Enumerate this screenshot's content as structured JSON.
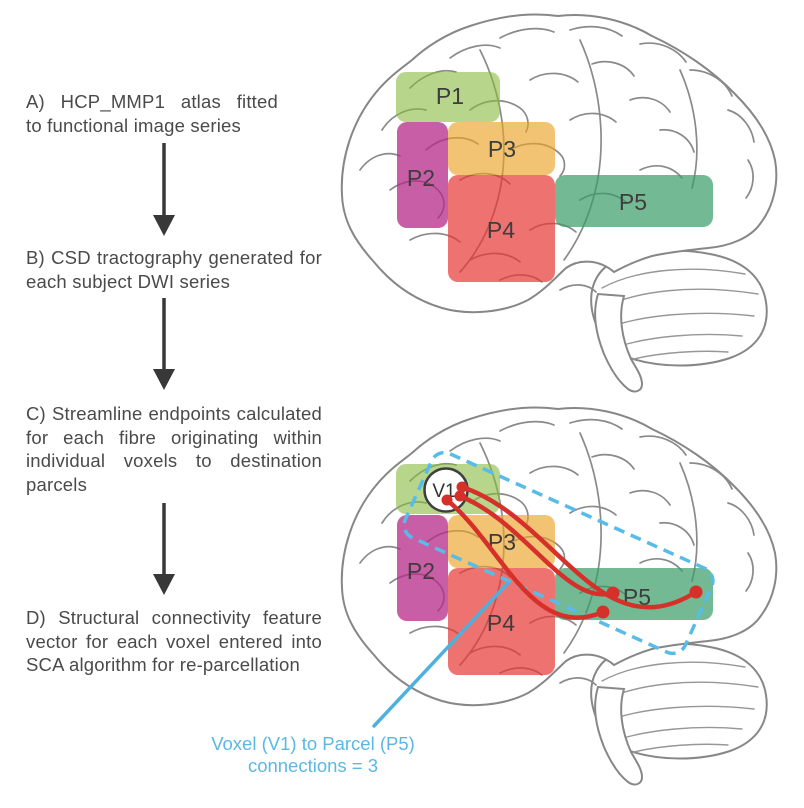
{
  "steps": [
    {
      "id": "A",
      "lines": [
        "A) HCP_MMP1 atlas fitted",
        "to functional image series"
      ]
    },
    {
      "id": "B",
      "lines": [
        "B) CSD tractography generated for",
        "each subject DWI series"
      ]
    },
    {
      "id": "C",
      "lines": [
        "C) Streamline endpoints calculated",
        "for each fibre originating within",
        "individual voxels to destination",
        "parcels"
      ]
    },
    {
      "id": "D",
      "lines": [
        "D) Structural connectivity feature",
        "vector for each voxel entered into",
        "SCA algorithm for re-parcellation"
      ]
    }
  ],
  "diagram": {
    "parcels_top": [
      {
        "label": "P1"
      },
      {
        "label": "P2"
      },
      {
        "label": "P3"
      },
      {
        "label": "P4"
      },
      {
        "label": "P5"
      }
    ],
    "parcels_bottom": [
      {
        "label": "P2"
      },
      {
        "label": "P3"
      },
      {
        "label": "P4"
      },
      {
        "label": "P5"
      }
    ],
    "voxel_label": "V1",
    "streamline_count": 3,
    "annotation": {
      "line1": "Voxel (V1) to Parcel (P5)",
      "line2": "connections = 3"
    }
  },
  "colors": {
    "p1_fill": "rgba(135,187,63,0.6)",
    "p2_fill": "rgba(180,40,136,0.75)",
    "p3_fill": "rgba(237,163,41,0.65)",
    "p4_fill": "rgba(231,55,51,0.7)",
    "p5_fill": "rgba(56,156,102,0.7)",
    "streamline": "#d6302a",
    "dashed_box": "#57bce7",
    "pointer_line": "#4db1e0",
    "annotation_text": "#5bb8e3",
    "step_text": "#4a4a4a",
    "arrow": "#383838",
    "brain_outline": "#878787",
    "parcel_label": "#3d3d3d"
  }
}
